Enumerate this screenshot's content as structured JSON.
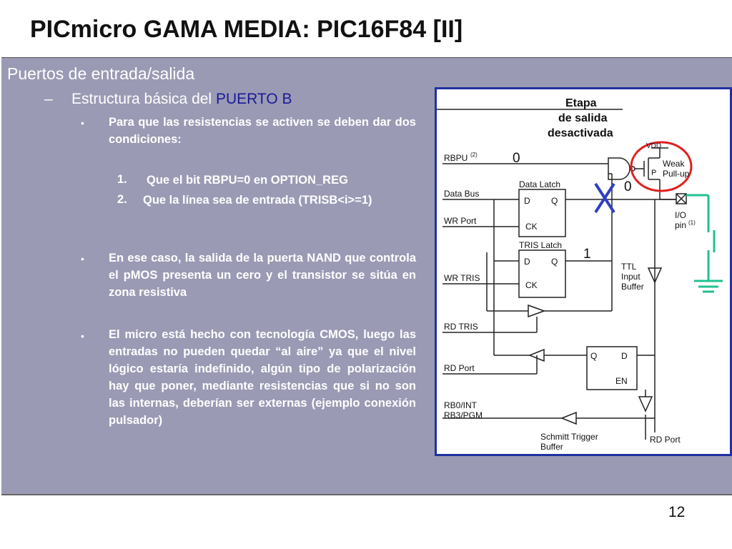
{
  "title": "PICmicro GAMA MEDIA: PIC16F84 [II]",
  "level1": "Puertos de entrada/salida",
  "level2": {
    "dash": "–",
    "text": "Estructura básica del ",
    "highlight": "PUERTO B"
  },
  "bullet_char": "•",
  "bullets": [
    "Para que las resistencias se activen se deben dar dos condiciones:",
    "En ese caso, la salida de la puerta NAND que controla el pMOS presenta un cero y el transistor se sitúa en zona resistiva",
    "El micro está hecho con tecnología CMOS, luego las entradas no pueden quedar “al aire” ya que el nivel lógico estaría indefinido, algún tipo de polarización hay que poner, mediante resistencias que si no son las internas, deberían ser externas (ejemplo conexión pulsador)"
  ],
  "numbered": [
    {
      "num": "1.",
      "text": "Que el bit RBPU=0 en OPTION_REG"
    },
    {
      "num": "2.",
      "text": "Que la línea sea de entrada (TRISB<i>=1)"
    }
  ],
  "diagram": {
    "annotation": [
      "Etapa",
      "de salida",
      "desactivada"
    ],
    "labels": {
      "rbpu": "RBPU",
      "rbpu_sup": "(2)",
      "data_bus": "Data Bus",
      "wr_port": "WR Port",
      "wr_tris": "WR TRIS",
      "rd_tris": "RD TRIS",
      "rd_port": "RD Port",
      "rb0": "RB0/INT",
      "rb3": "RB3/PGM",
      "data_latch": "Data Latch",
      "tris_latch": "TRIS Latch",
      "d": "D",
      "q": "Q",
      "ck": "CK",
      "en": "EN",
      "vdd": "VDD",
      "p": "P",
      "weak": "Weak",
      "pullup": "Pull-up",
      "io": "I/O",
      "pin": "pin",
      "pin_sup": "(1)",
      "ttl1": "TTL",
      "ttl2": "Input",
      "ttl3": "Buffer",
      "schmitt1": "Schmitt Trigger",
      "schmitt2": "Buffer",
      "rd_port_bottom": "RD Port"
    },
    "red_values": {
      "rbpu_val": "0",
      "nand_out": "0",
      "tris_val": "1"
    },
    "colors": {
      "annotation": "#1a2aa0",
      "red": "#e02020",
      "cross": "#3040c0",
      "green": "#20c090"
    }
  },
  "page_number": "12"
}
